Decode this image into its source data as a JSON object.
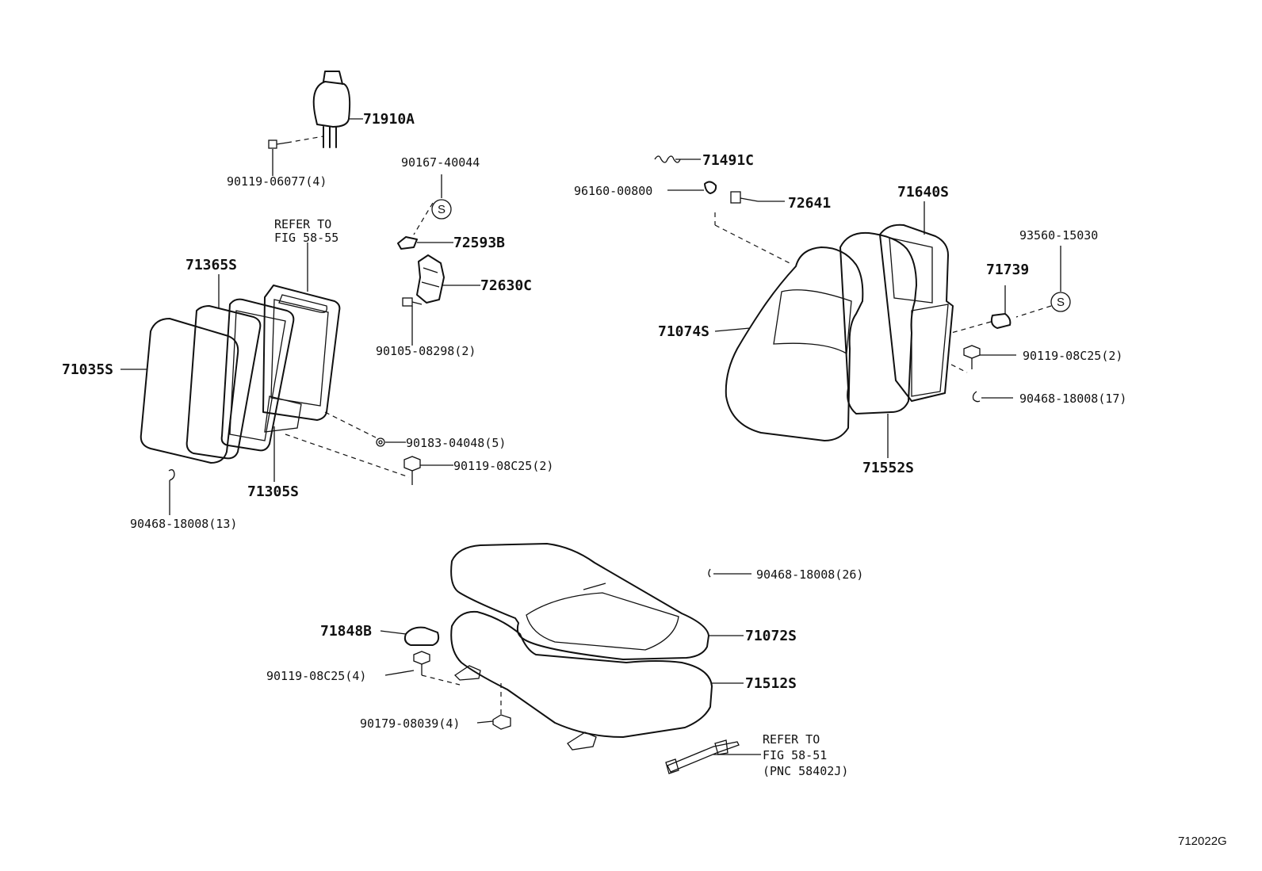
{
  "diagram_id": "712022G",
  "labels": {
    "p71910A": "71910A",
    "p90119_06077": "90119-06077(4)",
    "p90167_40044": "90167-40044",
    "refer_55_a": "REFER TO",
    "refer_55_b": "FIG 58-55",
    "p72593B": "72593B",
    "p72630C": "72630C",
    "p90105_08298": "90105-08298(2)",
    "p71365S": "71365S",
    "p71035S": "71035S",
    "p71305S": "71305S",
    "p90183_04048": "90183-04048(5)",
    "p90119_08C25_a": "90119-08C25(2)",
    "p90468_13": "90468-18008(13)",
    "p71491C": "71491C",
    "p96160_00800": "96160-00800",
    "p72641": "72641",
    "p71640S": "71640S",
    "p93560_15030": "93560-15030",
    "p71739": "71739",
    "p71074S": "71074S",
    "p90119_08C25_b": "90119-08C25(2)",
    "p90468_17": "90468-18008(17)",
    "p71552S": "71552S",
    "p90468_26": "90468-18008(26)",
    "p71848B": "71848B",
    "p71072S": "71072S",
    "p90119_08C25_c": "90119-08C25(4)",
    "p71512S": "71512S",
    "p90179_08039": "90179-08039(4)",
    "refer_51_a": "REFER TO",
    "refer_51_b": "FIG 58-51",
    "refer_51_c": "(PNC 58402J)",
    "s_symbol": "S"
  }
}
